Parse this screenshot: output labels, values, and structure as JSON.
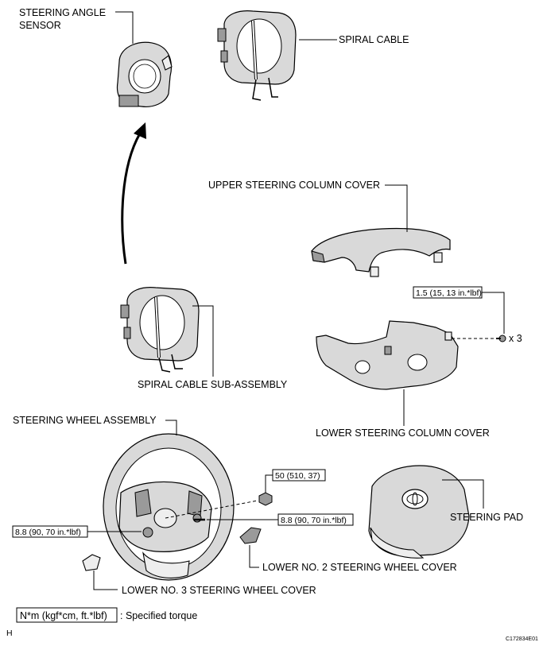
{
  "labels": {
    "steering_angle_sensor_line1": "STEERING ANGLE",
    "steering_angle_sensor_line2": "SENSOR",
    "spiral_cable": "SPIRAL CABLE",
    "upper_steering_column_cover": "UPPER STEERING COLUMN COVER",
    "lower_steering_column_cover": "LOWER STEERING COLUMN COVER",
    "spiral_cable_sub_assembly": "SPIRAL CABLE SUB-ASSEMBLY",
    "steering_wheel_assembly": "STEERING WHEEL ASSEMBLY",
    "steering_pad": "STEERING PAD",
    "lower_no2_steering_wheel_cover": "LOWER NO. 2 STEERING WHEEL COVER",
    "lower_no3_steering_wheel_cover": "LOWER NO. 3 STEERING WHEEL COVER"
  },
  "torques": {
    "column_cover_screw": "1.5 (15, 13 in.*lbf)",
    "screw_quantity": "x 3",
    "steering_wheel_nut": "50 (510, 37)",
    "steering_wheel_screw_right": "8.8 (90, 70 in.*lbf)",
    "steering_wheel_screw_left": "8.8 (90, 70 in.*lbf)"
  },
  "legend": {
    "unit": "N*m (kgf*cm, ft.*lbf)",
    "description": ": Specified torque"
  },
  "footer": {
    "section_letter": "H",
    "figure_code": "C172834E01"
  }
}
